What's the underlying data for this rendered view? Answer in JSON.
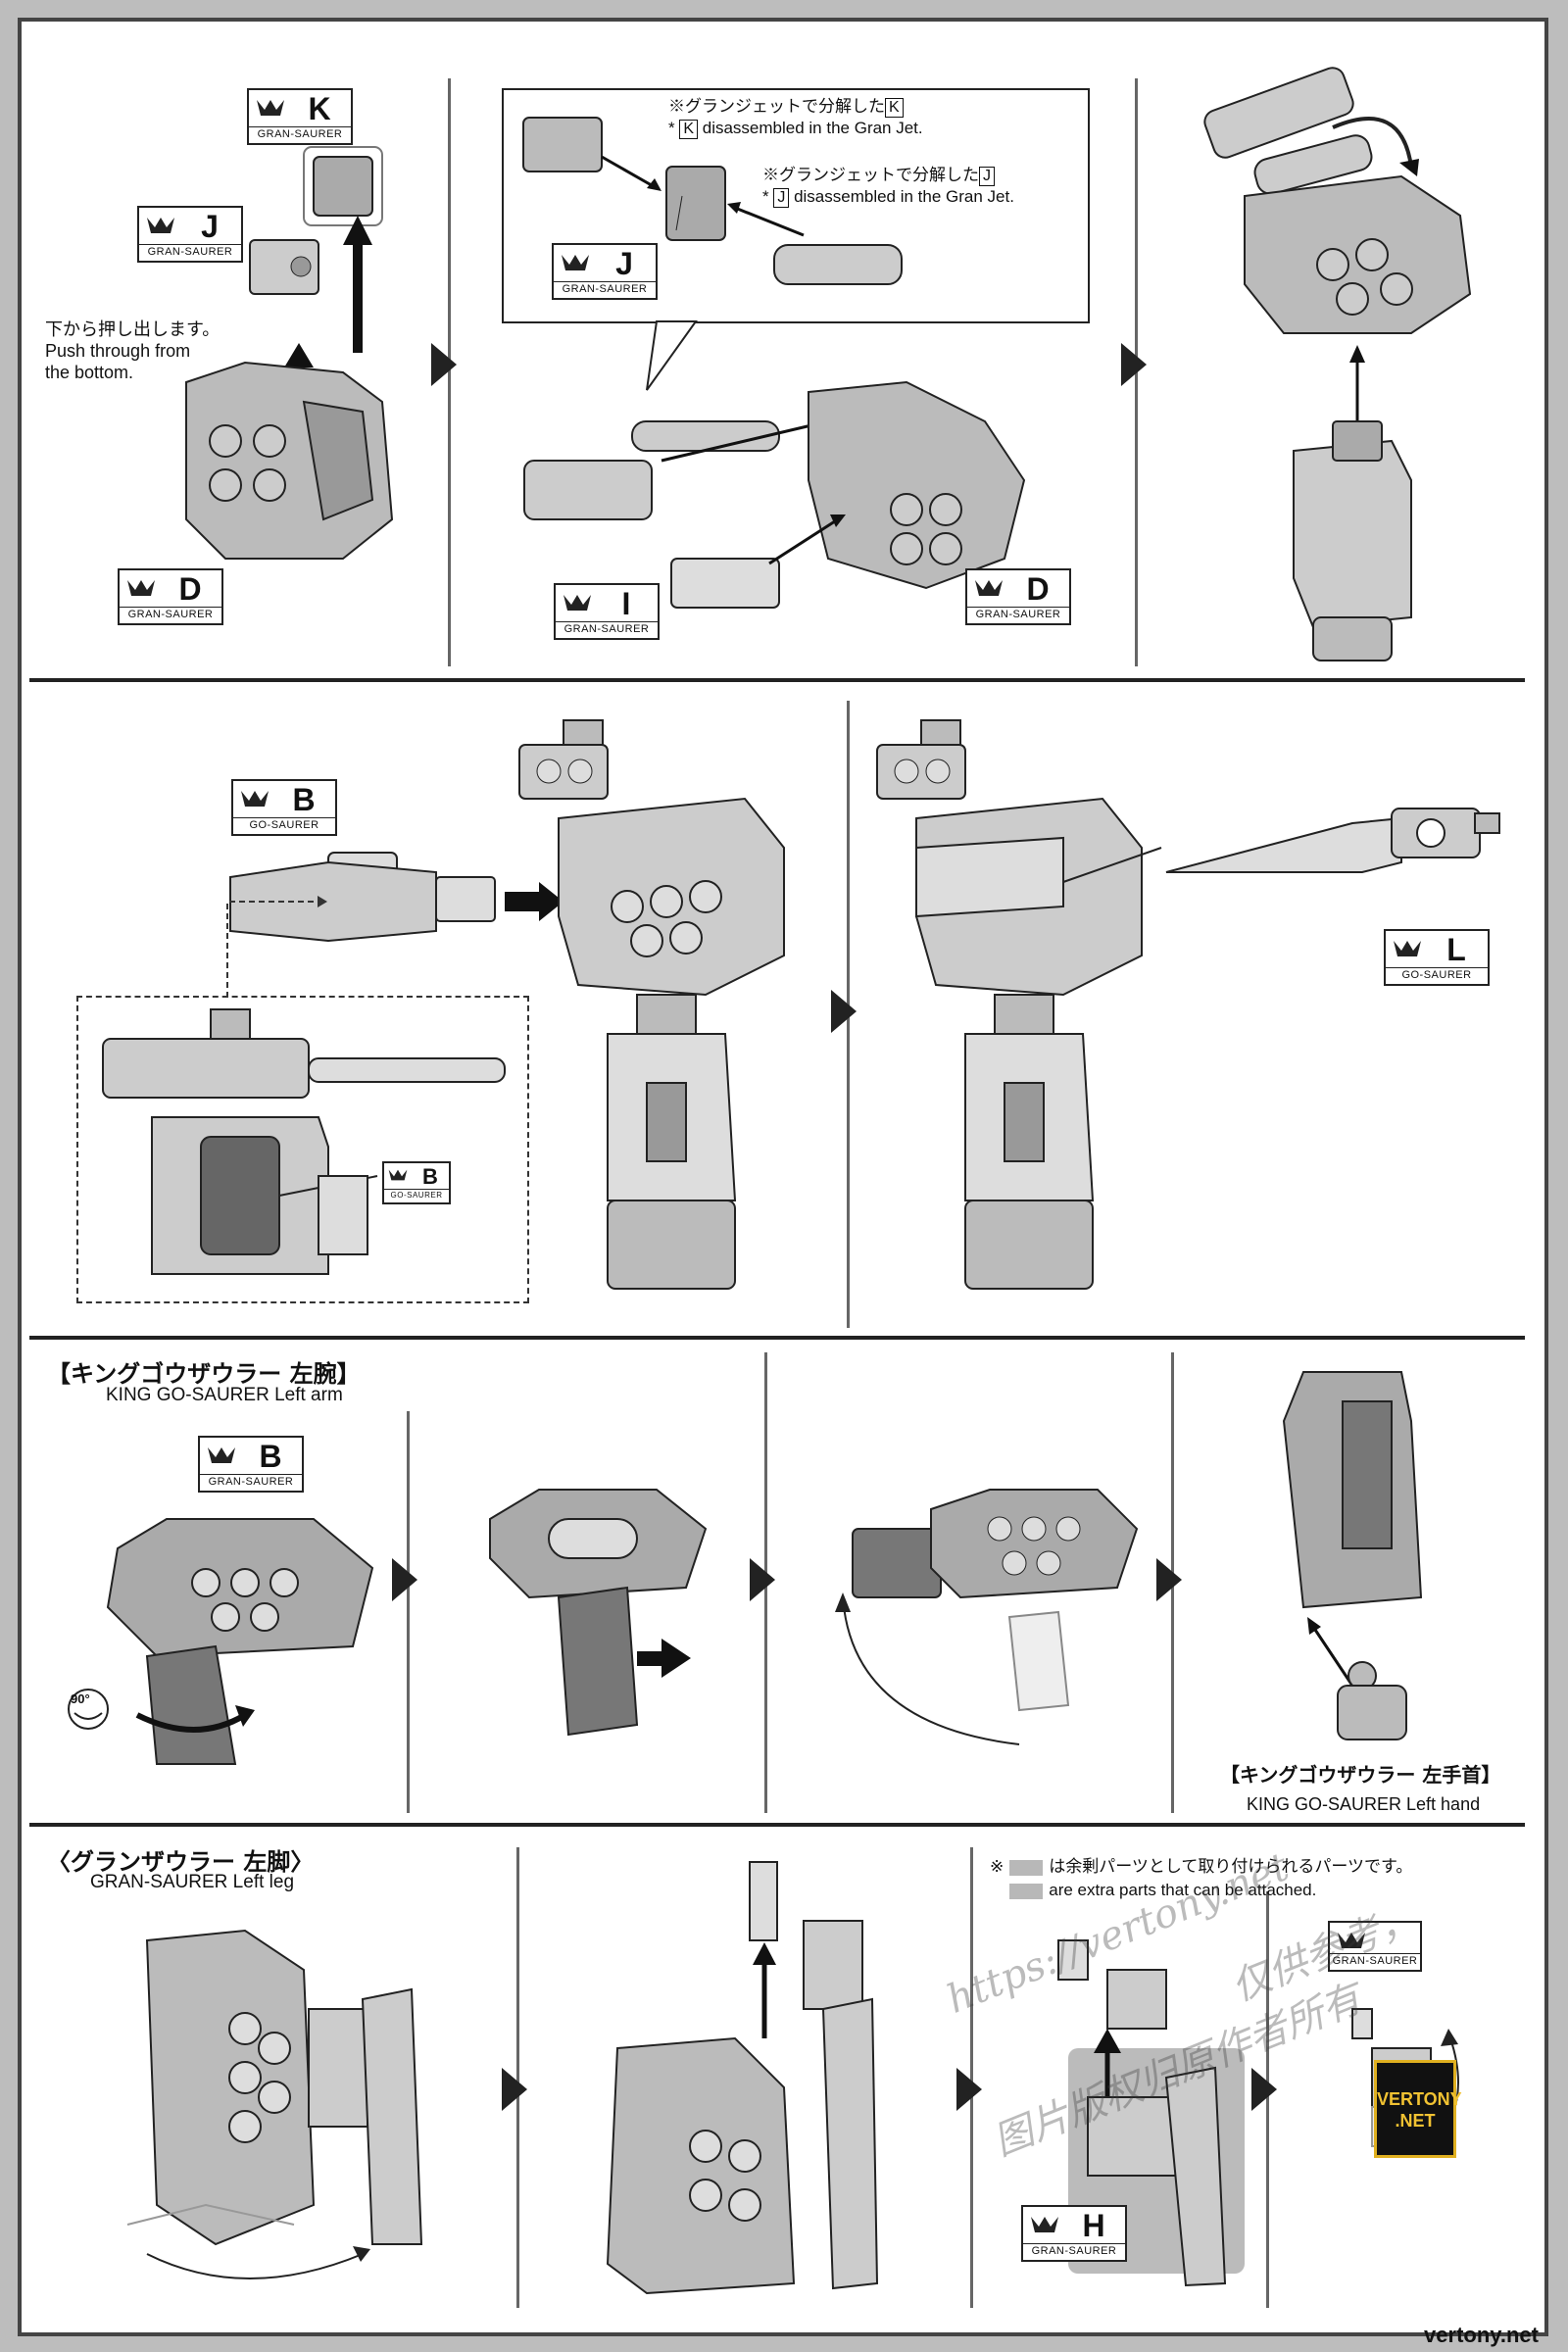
{
  "watermark": {
    "site": "vertony.net",
    "url_text": "https://vertony.net",
    "cn_line1": "仅供参考，",
    "cn_line2": "图片版权归原作者所有",
    "badge_line1": "VERTONY",
    "badge_line2": ".NET"
  },
  "row1": {
    "step1": {
      "badge_k": {
        "letter": "K",
        "series": "GRAN-SAURER"
      },
      "badge_j": {
        "letter": "J",
        "series": "GRAN-SAURER"
      },
      "badge_d": {
        "letter": "D",
        "series": "GRAN-SAURER"
      },
      "note_jp": "下から押し出します。",
      "note_en1": "Push through from",
      "note_en2": "the bottom."
    },
    "step2": {
      "callout_k_jp": "※グランジェットで分解した",
      "callout_k_box": "K",
      "callout_k_en_prefix": "* ",
      "callout_k_en": " disassembled in the Gran Jet.",
      "callout_j_jp": "※グランジェットで分解した",
      "callout_j_box": "J",
      "callout_j_en_prefix": "* ",
      "callout_j_en": " disassembled in the Gran Jet.",
      "badge_j": {
        "letter": "J",
        "series": "GRAN-SAURER"
      },
      "badge_i": {
        "letter": "I",
        "series": "GRAN-SAURER"
      },
      "badge_d": {
        "letter": "D",
        "series": "GRAN-SAURER"
      }
    }
  },
  "row2": {
    "badge_b": {
      "letter": "B",
      "series": "GO-SAURER"
    },
    "badge_b_inset": {
      "letter": "B",
      "series": "GO-SAURER"
    },
    "badge_l": {
      "letter": "L",
      "series": "GO-SAURER"
    }
  },
  "row3": {
    "title_jp": "【キングゴウザウラー 左腕】",
    "title_en": "KING GO-SAURER Left arm",
    "badge_b": {
      "letter": "B",
      "series": "GRAN-SAURER"
    },
    "rotate_label": "90°",
    "hand_title_jp": "【キングゴウザウラー 左手首】",
    "hand_title_en": "KING GO-SAURER Left hand"
  },
  "row4": {
    "title_jp": "〈グランザウラー 左脚〉",
    "title_en": "GRAN-SAURER Left leg",
    "extra_mark": "※",
    "extra_jp": "は余剰パーツとして取り付けられるパーツです。",
    "extra_en": "are extra parts that can be attached.",
    "badge_h": {
      "letter": "H",
      "series": "GRAN-SAURER"
    },
    "badge_unknown": {
      "letter": "",
      "series": "GRAN-SAURER"
    }
  }
}
